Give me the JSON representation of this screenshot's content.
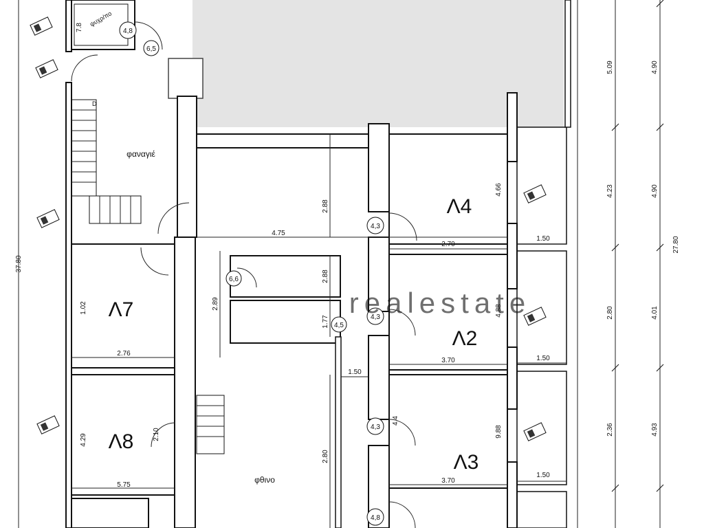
{
  "rooms": {
    "l4": "Λ4",
    "l2": "Λ2",
    "l3": "Λ3",
    "l7": "Λ7",
    "l8": "Λ8"
  },
  "labels": {
    "dining": "φαναγιέ",
    "corridor": "φθινο",
    "wc": "ψυχρ/πο",
    "stair_d": "D"
  },
  "door_tags": {
    "d48a": "4,8",
    "d65": "6,5",
    "d43a": "4,3",
    "d66": "6,6",
    "d45": "4,5",
    "d43b": "4,3",
    "d43c": "4,3",
    "d48b": "4,8"
  },
  "dims": {
    "total_left": "37.80",
    "total_right": "27.80",
    "r1": "4.90",
    "r2": "4.90",
    "r3": "4.01",
    "r4": "4.93",
    "s1": "5.09",
    "s2": "4.23",
    "s3": "2.80",
    "s4": "2.36",
    "w_475": "4.75",
    "w_270": "2.70",
    "w_370a": "3.70",
    "w_370b": "3.70",
    "w_150a": "1.50",
    "w_150b": "1.50",
    "w_150c": "1.50",
    "w_150d": "1.50",
    "w_276": "2.76",
    "w_575": "5.75",
    "v_288a": "2.88",
    "v_288b": "2.88",
    "v_466": "4.66",
    "v_488": "4.88",
    "v_988": "9.88",
    "v_102": "1.02",
    "v_429": "4.29",
    "v_289": "2.89",
    "v_177": "1.77",
    "v_280": "2.80",
    "v_210": "2.10",
    "v_78": "7.8",
    "v_4t": "4.4"
  },
  "watermark": "realestate"
}
